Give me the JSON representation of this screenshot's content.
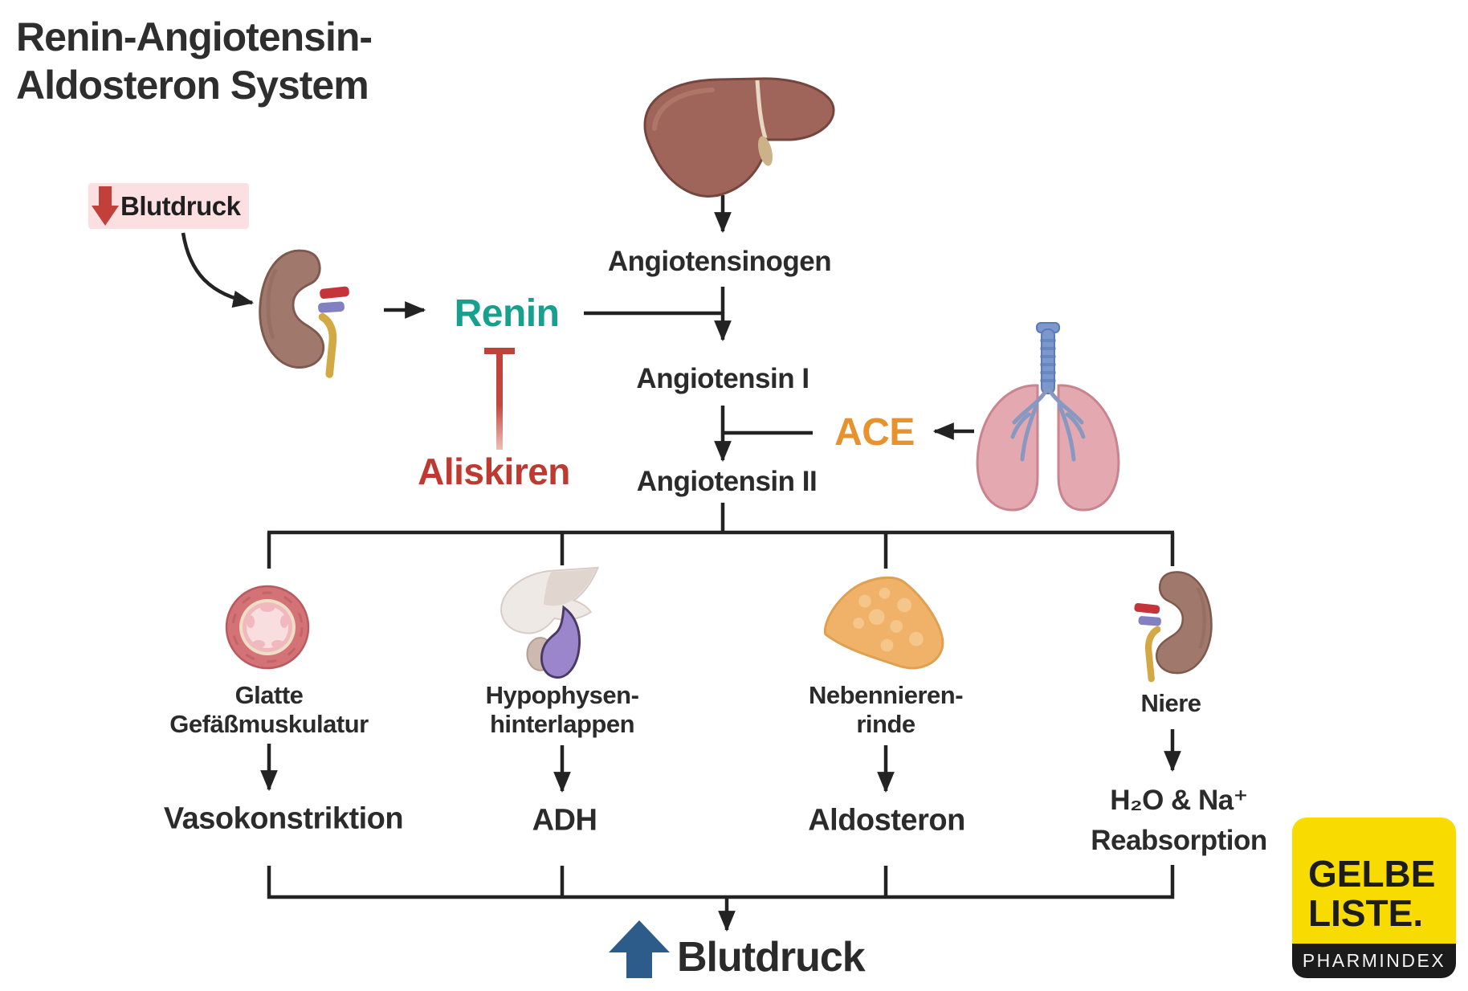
{
  "title": {
    "line1": "Renin-Angiotensin-",
    "line2": "Aldosteron System"
  },
  "trigger": {
    "label": "Blutdruck",
    "arrow_icon": "red-down-arrow"
  },
  "chain": {
    "renin": "Renin",
    "aliskiren": "Aliskiren",
    "angiotensinogen": "Angiotensinogen",
    "angiotensin1": "Angiotensin I",
    "ace": "ACE",
    "angiotensin2": "Angiotensin II"
  },
  "organs": {
    "liver": "liver-illustration",
    "kidney_left": "kidney-illustration",
    "lungs": "lungs-illustration"
  },
  "branches": [
    {
      "organ": "blood-vessel-cross-section",
      "label_line1": "Glatte",
      "label_line2": "Gefäßmuskulatur",
      "result": "Vasokonstriktion"
    },
    {
      "organ": "pituitary-gland",
      "label_line1": "Hypophysen-",
      "label_line2": "hinterlappen",
      "result": "ADH"
    },
    {
      "organ": "adrenal-gland",
      "label_line1": "Nebennieren-",
      "label_line2": "rinde",
      "result": "Aldosteron"
    },
    {
      "organ": "kidney",
      "label_line1": "Niere",
      "label_line2": "",
      "result_line1": "H₂O & Na⁺",
      "result_line2": "Reabsorption"
    }
  ],
  "outcome": {
    "label": "Blutdruck",
    "arrow_icon": "blue-up-arrow"
  },
  "logo": {
    "line1": "GELBE",
    "line2": "LISTE.",
    "sub": "PHARMINDEX"
  },
  "colors": {
    "text": "#2b2b2b",
    "teal_renin": "#17A08D",
    "orange_ace": "#E8922E",
    "red_aliskiren": "#BE3A31",
    "red_arrow": "#C2403A",
    "pink_trigger_box": "#FBDFE1",
    "blue_arrow": "#2E5C8A",
    "logo_yellow": "#F8DB00",
    "logo_black": "#1b1b1b",
    "connector_black": "#232323"
  }
}
